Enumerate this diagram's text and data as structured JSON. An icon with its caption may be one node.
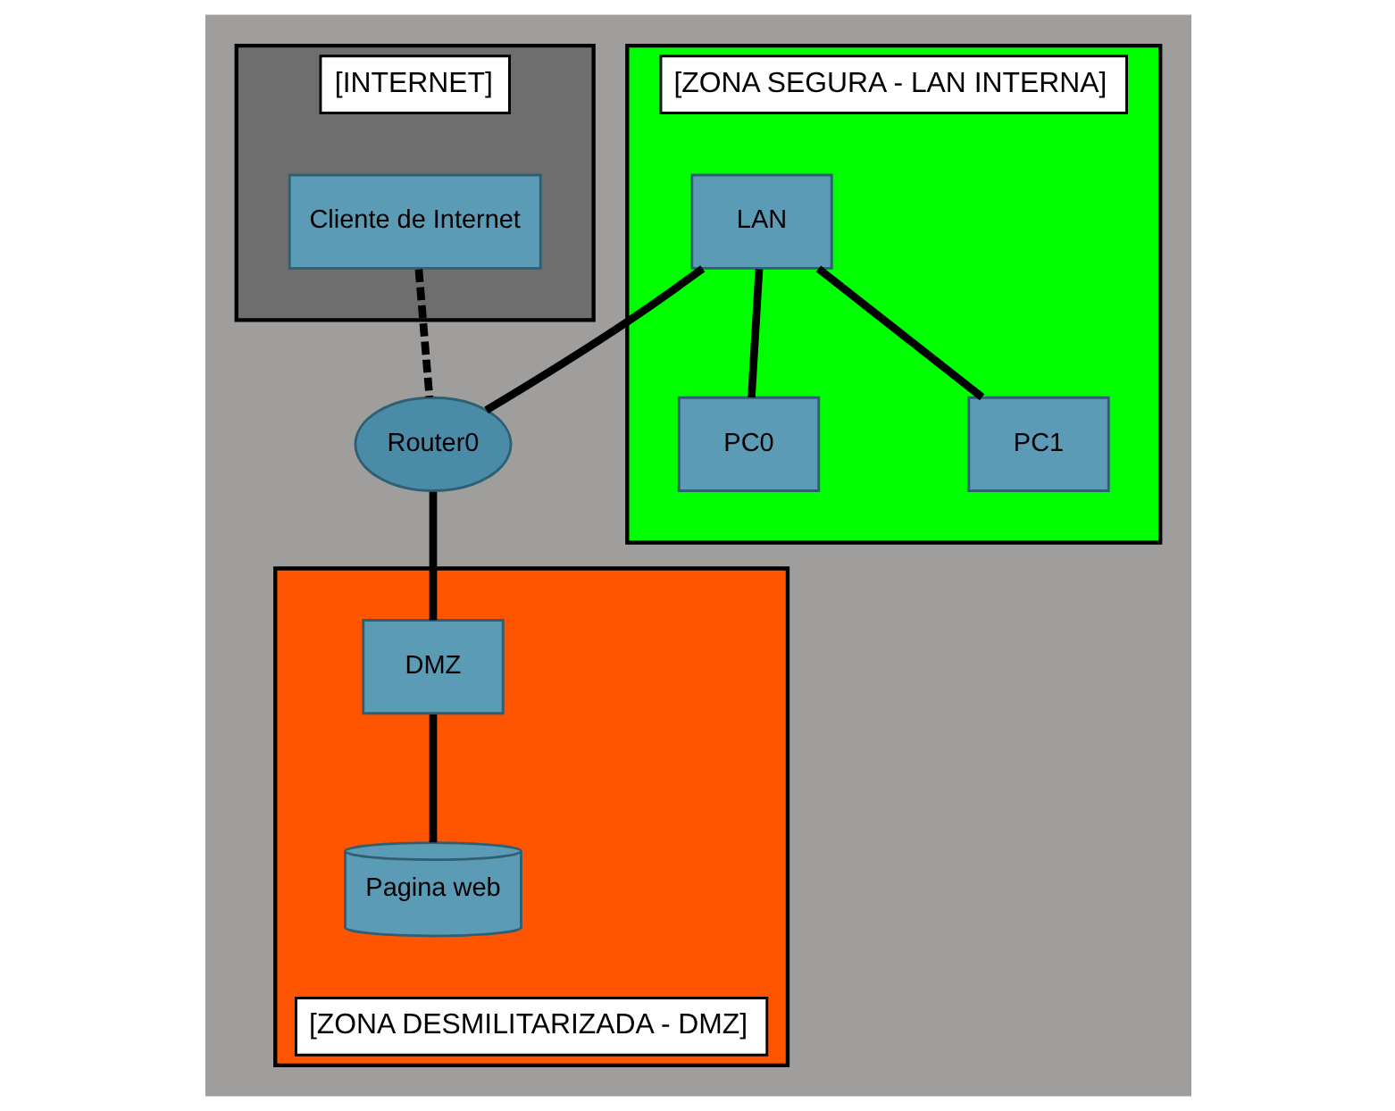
{
  "diagram": {
    "nodes": [
      {
        "text": [
          "[INTERNET]"
        ]
      },
      {
        "text": [
          "Cliente de Internet"
        ],
        "in": 0
      },
      {
        "text": [
          "Router0"
        ]
      },
      {
        "text": [
          "[ZONA SEGURA - LAN INTERNA]"
        ]
      },
      {
        "text": [
          "LAN"
        ],
        "in": 3
      },
      {
        "text": [
          "PC0"
        ],
        "in": 3
      },
      {
        "text": [
          "PC1"
        ],
        "in": 3
      },
      {
        "text": [
          "[ZONA DESMILITARIZADA - DMZ]"
        ]
      },
      {
        "text": [
          "DMZ"
        ],
        "in": 7
      },
      {
        "text": [
          "Pagina web"
        ],
        "in": 7
      }
    ],
    "edges": [
      {
        "from": 1,
        "to": 2,
        "arrow": "none",
        "style": "dashed"
      },
      {
        "from": 4,
        "to": 2,
        "arrow": "none"
      },
      {
        "from": 2,
        "to": 8,
        "arrow": "none"
      },
      {
        "from": 4,
        "to": 5,
        "arrow": "none"
      },
      {
        "from": 4,
        "to": 6,
        "arrow": "none"
      },
      {
        "from": 8,
        "to": 9,
        "arrow": "none"
      }
    ]
  }
}
